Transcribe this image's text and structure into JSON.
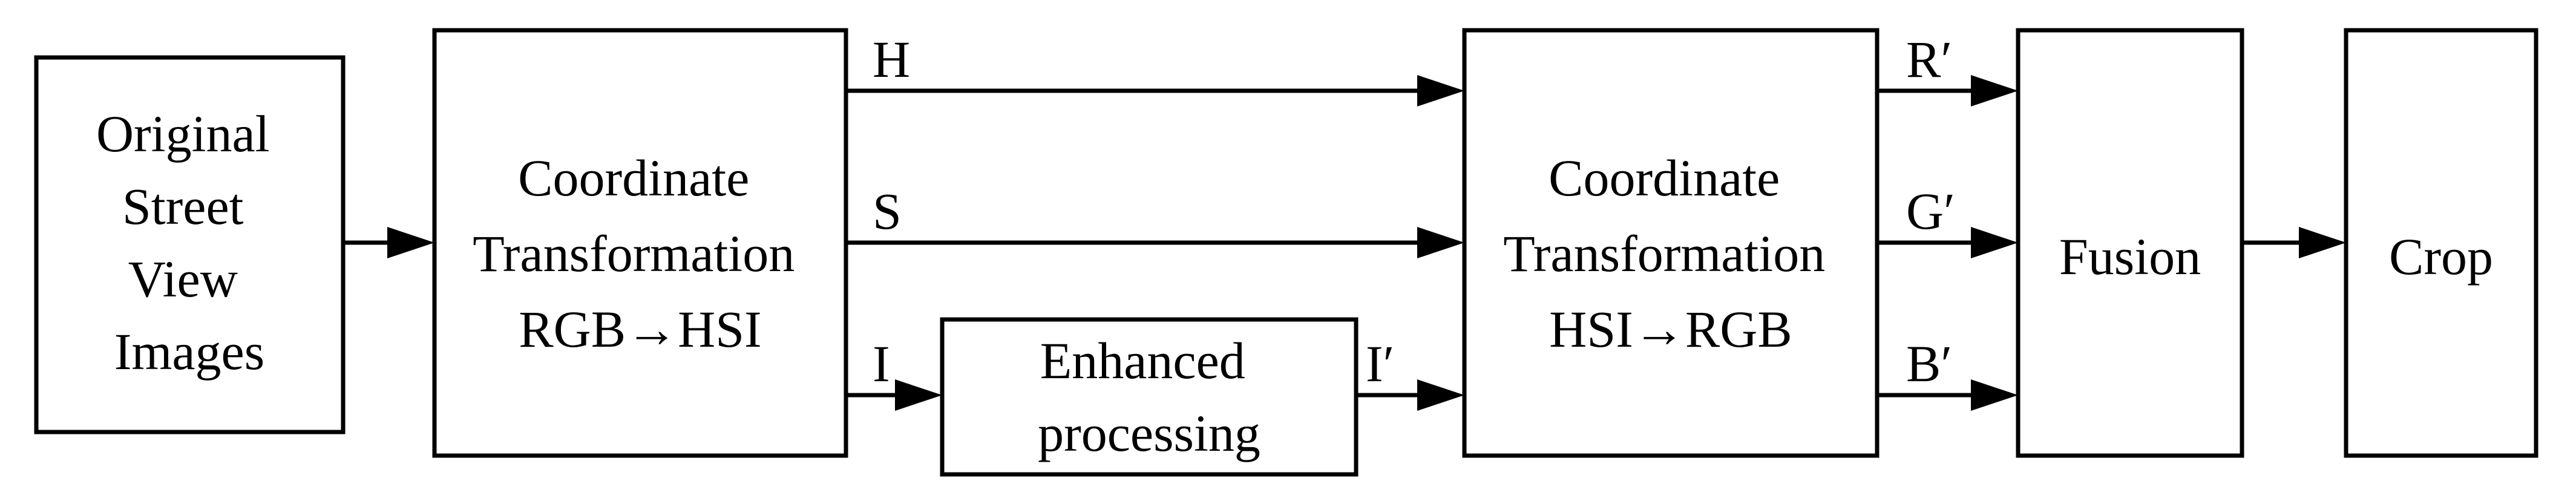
{
  "diagram": {
    "boxes": {
      "original": {
        "lines": [
          "Original",
          "Street",
          "View",
          "Images"
        ]
      },
      "rgb_hsi": {
        "lines": [
          "Coordinate",
          "Transformation",
          "RGB→HSI"
        ]
      },
      "enhanced": {
        "lines": [
          "Enhanced",
          "processing"
        ]
      },
      "hsi_rgb": {
        "lines": [
          "Coordinate",
          "Transformation",
          "HSI→RGB"
        ]
      },
      "fusion": {
        "label": "Fusion"
      },
      "crop": {
        "label": "Crop"
      }
    },
    "edge_labels": {
      "h": "H",
      "s": "S",
      "i": "I",
      "i_prime": "I′",
      "r_prime": "R′",
      "g_prime": "G′",
      "b_prime": "B′"
    }
  }
}
